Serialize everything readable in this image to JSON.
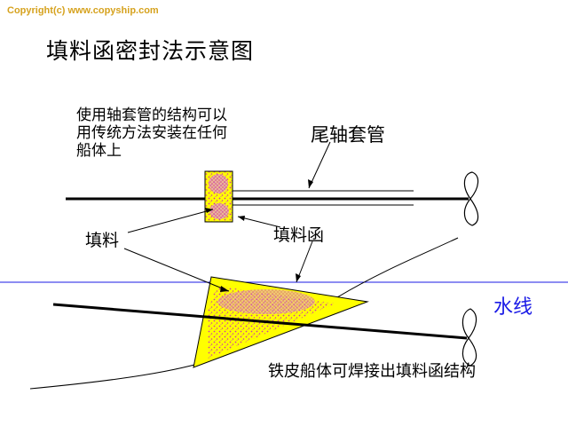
{
  "copyright": "Copyright(c) www.copyship.com",
  "title": "填料函密封法示意图",
  "note": {
    "lines": [
      "使用轴套管的结构可以",
      "用传统方法安装在任何",
      "船体上"
    ]
  },
  "labels": {
    "stern_tube": "尾轴套管",
    "packing": "填料",
    "packing_box": "填料函",
    "waterline": "水线",
    "iron_hull": "铁皮船体可焊接出填料函结构"
  },
  "colors": {
    "packing_fill": "#ffff00",
    "packing_dots": "#cc33aa",
    "waterline": "#1a1ae6",
    "copyright": "#d6a21e"
  }
}
